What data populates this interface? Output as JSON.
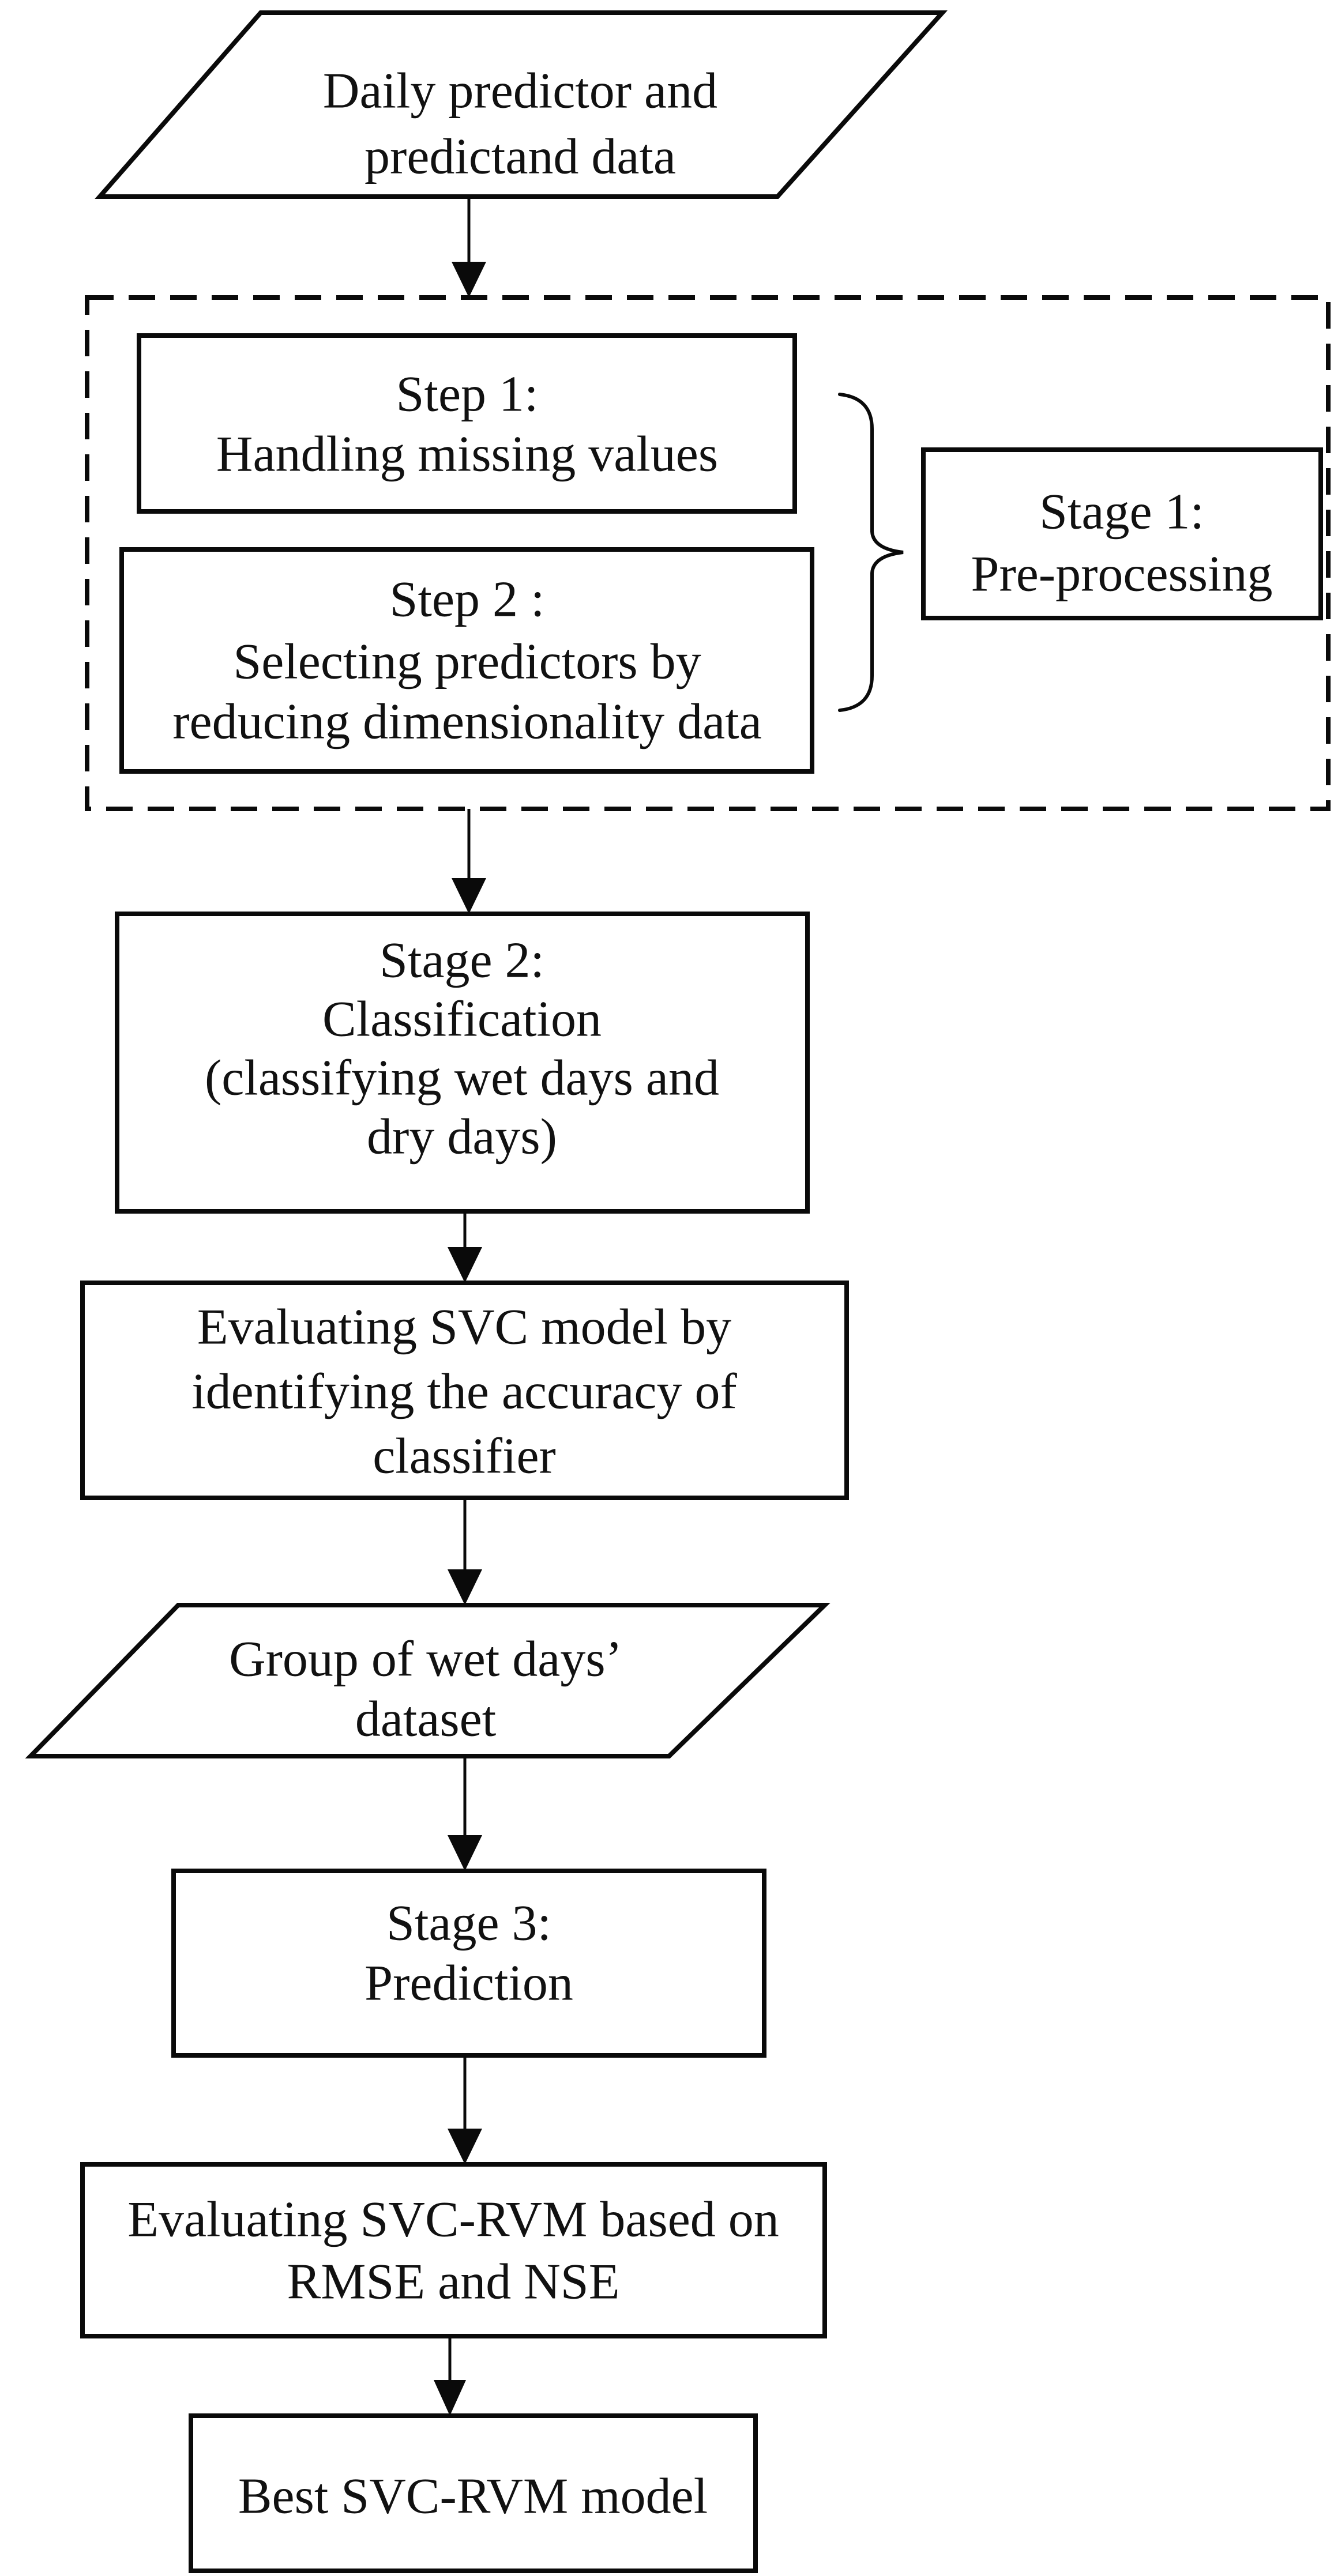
{
  "figure": {
    "type": "flowchart",
    "background": "#ffffff",
    "stroke_color": "#0a0a0a",
    "text_color": "#111111"
  },
  "nodes": [
    {
      "id": "input-data",
      "shape": "parallelogram",
      "lines": [
        "Daily predictor and",
        "predictand data"
      ]
    },
    {
      "id": "step-1",
      "shape": "rectangle",
      "lines": [
        "Step 1:",
        "Handling missing values"
      ]
    },
    {
      "id": "step-2",
      "shape": "rectangle",
      "lines": [
        "Step 2 :",
        "Selecting predictors by",
        "reducing dimensionality data"
      ]
    },
    {
      "id": "stage-1",
      "shape": "rectangle",
      "lines": [
        "Stage 1:",
        "Pre-processing"
      ]
    },
    {
      "id": "stage-2",
      "shape": "rectangle",
      "lines": [
        "Stage 2:",
        "Classification",
        "(classifying wet days and",
        "dry days)"
      ]
    },
    {
      "id": "evaluate-svc",
      "shape": "rectangle",
      "lines": [
        "Evaluating SVC model by",
        "identifying the accuracy of",
        "classifier"
      ]
    },
    {
      "id": "wet-days-dataset",
      "shape": "parallelogram",
      "lines": [
        "Group of wet days’",
        "dataset"
      ]
    },
    {
      "id": "stage-3",
      "shape": "rectangle",
      "lines": [
        "Stage 3:",
        "Prediction"
      ]
    },
    {
      "id": "evaluate-svc-rvm",
      "shape": "rectangle",
      "lines": [
        "Evaluating SVC-RVM based on",
        "RMSE and NSE"
      ]
    },
    {
      "id": "best-model",
      "shape": "rectangle",
      "lines": [
        "Best SVC-RVM model"
      ]
    }
  ],
  "groups": [
    {
      "id": "pre-processing-group",
      "style": "dashed",
      "contains": [
        "step-1",
        "step-2"
      ],
      "labelled_by": "stage-1"
    }
  ],
  "edges": [
    {
      "from": "input-data",
      "to": "pre-processing-group"
    },
    {
      "from": "pre-processing-group",
      "to": "stage-2"
    },
    {
      "from": "stage-2",
      "to": "evaluate-svc"
    },
    {
      "from": "evaluate-svc",
      "to": "wet-days-dataset"
    },
    {
      "from": "wet-days-dataset",
      "to": "stage-3"
    },
    {
      "from": "stage-3",
      "to": "evaluate-svc-rvm"
    },
    {
      "from": "evaluate-svc-rvm",
      "to": "best-model"
    },
    {
      "from": "step-1 + step-2",
      "to": "stage-1",
      "connector": "curly-brace"
    }
  ]
}
